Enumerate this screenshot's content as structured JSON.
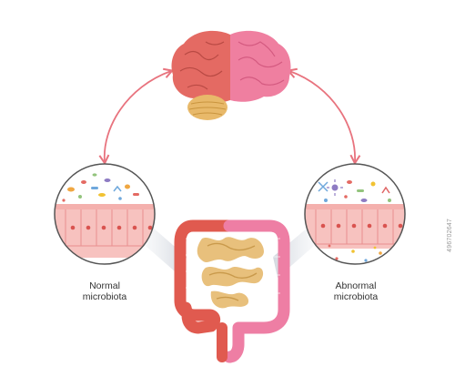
{
  "labels": {
    "normal_line1": "Normal",
    "normal_line2": "microbiota",
    "abnormal_line1": "Abnormal",
    "abnormal_line2": "microbiota"
  },
  "stock_id": "496702647",
  "colors": {
    "brain_healthy": "#e46a63",
    "brain_unhealthy": "#ef7fa0",
    "cerebellum": "#e8b96a",
    "arrow": "#e8737e",
    "tissue": "#f7c2bf",
    "cell_border": "#e88f8f",
    "nucleus": "#d9534f",
    "small_intestine": "#e8c07c",
    "colon_healthy": "#e05a4f",
    "colon_unhealthy": "#ee7ea4",
    "lens_border": "#555555"
  }
}
